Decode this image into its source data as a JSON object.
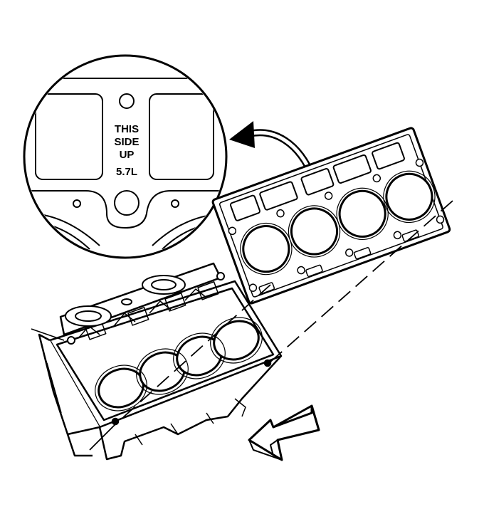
{
  "detail": {
    "lines": [
      "THIS",
      "SIDE",
      "UP"
    ],
    "engine_size": "5.7L"
  },
  "colors": {
    "ink": "#000000",
    "paper": "#ffffff",
    "accent": "#000000"
  }
}
